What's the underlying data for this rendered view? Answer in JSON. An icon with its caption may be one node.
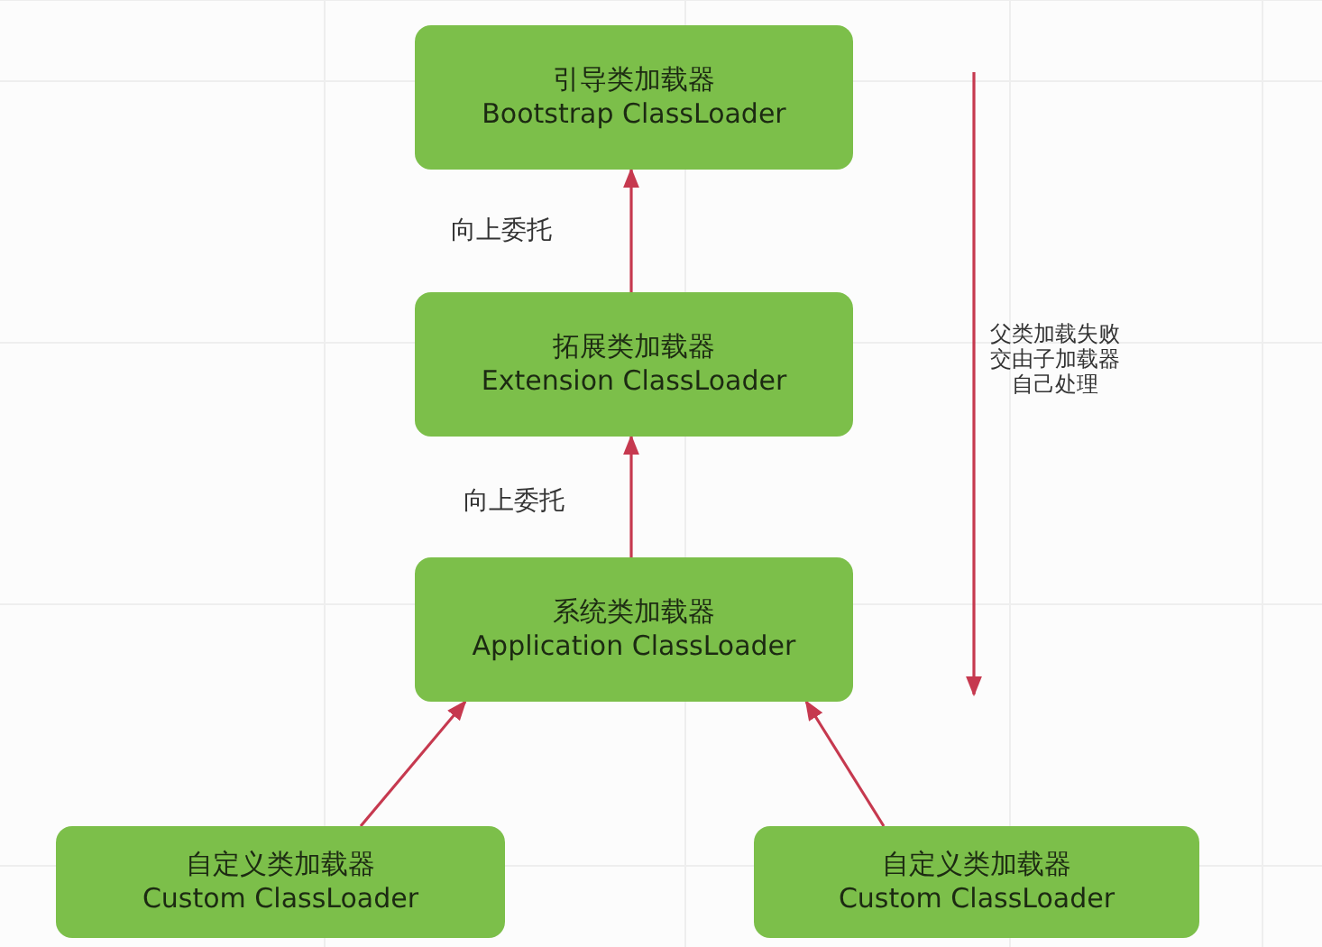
{
  "diagram": {
    "nodes": [
      {
        "text": [
          "引导类加载器",
          "Bootstrap ClassLoader"
        ]
      },
      {
        "text": [
          "拓展类加载器",
          "Extension ClassLoader"
        ]
      },
      {
        "text": [
          "系统类加载器",
          "Application ClassLoader"
        ]
      },
      {
        "text": [
          "自定义类加载器",
          "Custom ClassLoader"
        ]
      },
      {
        "text": [
          "自定义类加载器",
          "Custom ClassLoader"
        ]
      }
    ],
    "edges": [
      {
        "from": 1,
        "to": 0,
        "arrow": "to",
        "label": "向上委托"
      },
      {
        "from": 2,
        "to": 1,
        "arrow": "to",
        "label": "向上委托"
      },
      {
        "from": 3,
        "to": 2,
        "arrow": "to"
      },
      {
        "from": 4,
        "to": 2,
        "arrow": "to"
      }
    ],
    "labels": [
      "父类加载失败交由子加载器自己处理"
    ]
  }
}
